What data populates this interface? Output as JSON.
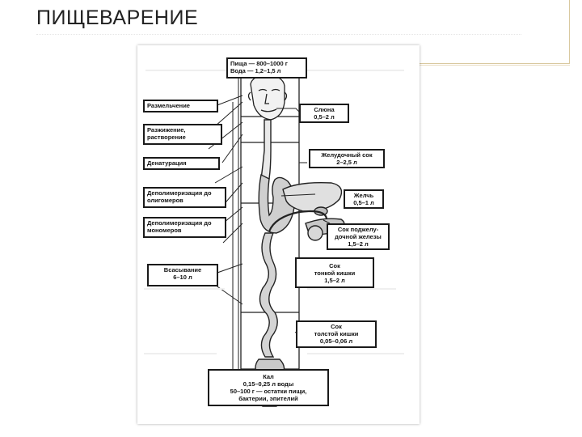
{
  "title": "ПИЩЕВАРЕНИЕ",
  "diagram": {
    "input": {
      "line1": "Пища — 800–1000 г",
      "line2": "Вода — 1,2–1,5 л"
    },
    "processes": [
      {
        "text": "Размельчение"
      },
      {
        "text": "Разжижение, растворение"
      },
      {
        "text": "Денатурация"
      },
      {
        "text": "Деполимеризация до олигомеров"
      },
      {
        "text": "Деполимеризация до мономеров"
      },
      {
        "line1": "Всасывание",
        "line2": "6–10 л"
      }
    ],
    "secretions": [
      {
        "line1": "Слюна",
        "line2": "0,5–2 л"
      },
      {
        "line1": "Желудочный сок",
        "line2": "2–2,5 л"
      },
      {
        "line1": "Желчь",
        "line2": "0,5–1 л"
      },
      {
        "line1": "Сок поджелу-",
        "line2": "дочной железы",
        "line3": "1,5–2 л"
      },
      {
        "line1": "Сок",
        "line2": "тонкой кишки",
        "line3": "1,5–2 л"
      },
      {
        "line1": "Сок",
        "line2": "толстой кишки",
        "line3": "0,05–0,06 л"
      }
    ],
    "output": {
      "line1": "Кал",
      "line2": "0,15–0,25 л воды",
      "line3": "50–100 г — остатки пищи,",
      "line4": "бактерии, эпителий"
    }
  }
}
